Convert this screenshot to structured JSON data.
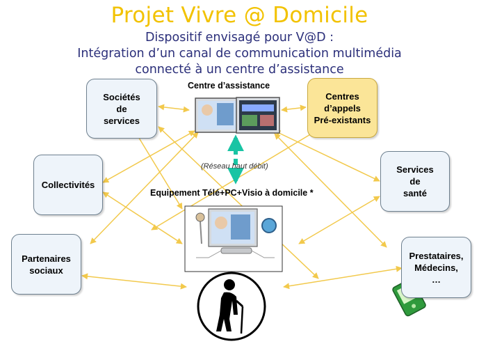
{
  "header": {
    "title": "Projet Vivre @ Domicile",
    "subtitle_lines": [
      "Dispositif envisagé pour V@D :",
      "Intégration d’un canal de communication multimédia",
      "connecté à un centre d’assistance"
    ]
  },
  "center": {
    "top_label": "Centre d’assistance",
    "network_label": "(Réseau haut débit)",
    "home_label": "Equipement Télé+PC+Visio à domicile *"
  },
  "boxes": {
    "societes": "Sociétés\nde\nservices",
    "centres_appels": "Centres\nd’appels\nPré-existants",
    "collectivites": "Collectivités",
    "services_sante": "Services\nde\nsanté",
    "partenaires": "Partenaires\nsociaux",
    "prestataires": "Prestataires,\nMédecins,\n…"
  },
  "colors": {
    "title": "#f2c200",
    "subtitle": "#2b2f7a",
    "arrow": "#f2c94c",
    "network_arrow": "#19c4a4",
    "box_fill": "#eef4fa",
    "highlight_box_fill": "#fbe598"
  },
  "icons": [
    "assistance-screens-image",
    "home-equipment-image",
    "elderly-person-icon",
    "pda-icon"
  ]
}
